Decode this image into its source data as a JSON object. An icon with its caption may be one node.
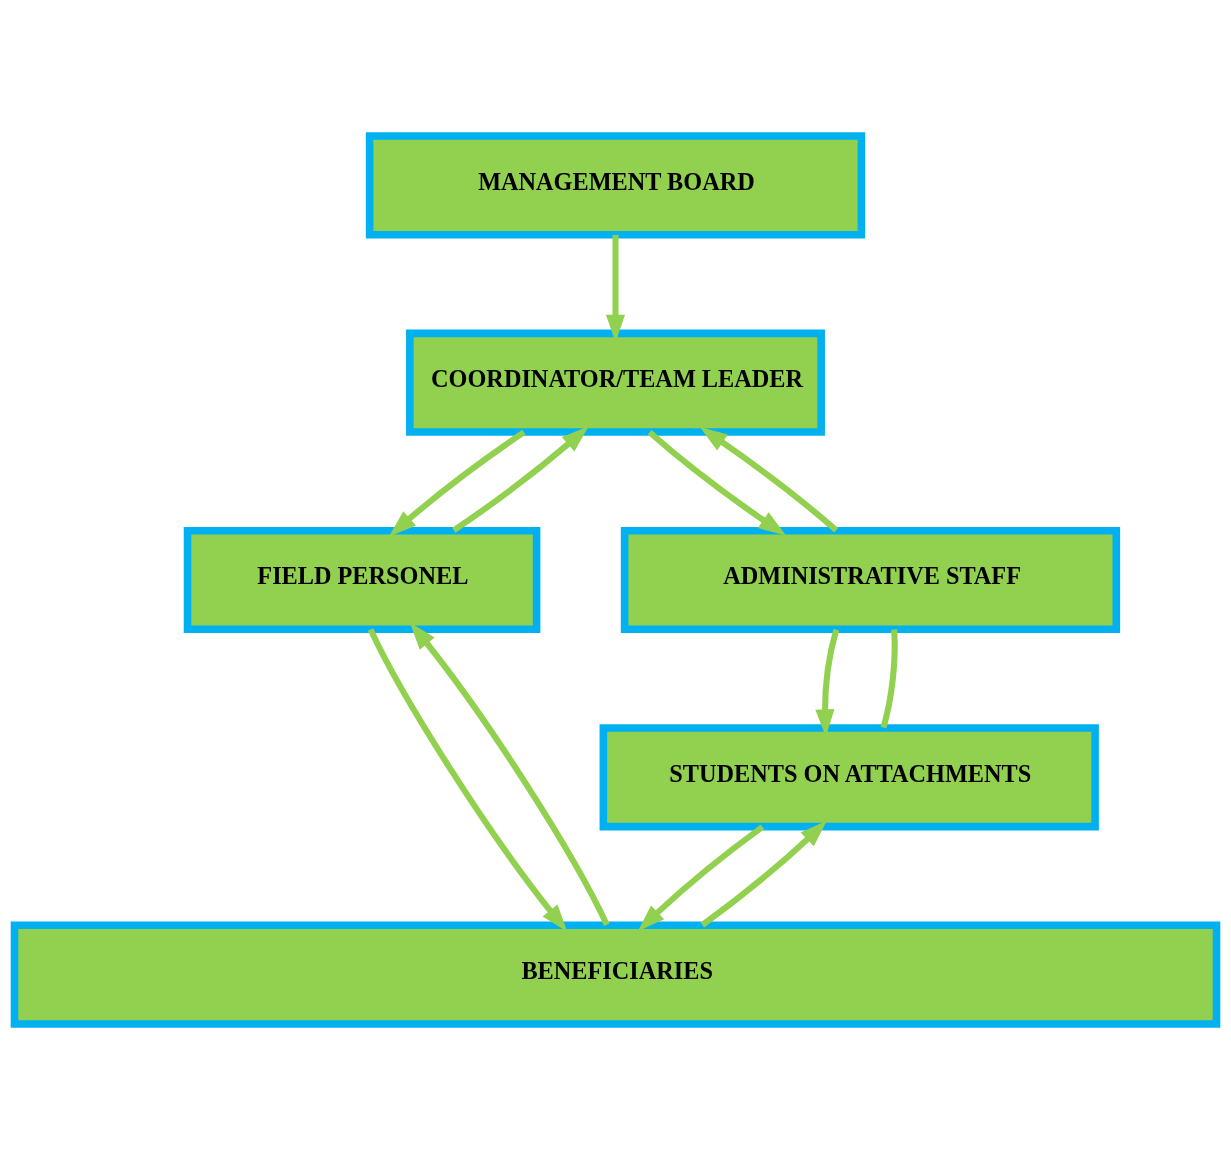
{
  "diagram": {
    "nodes": [
      {
        "text": [
          "MANAGEMENT BOARD"
        ]
      },
      {
        "text": [
          "COORDINATOR/TEAM LEADER"
        ]
      },
      {
        "text": [
          "FIELD PERSONEL"
        ]
      },
      {
        "text": [
          "ADMINISTRATIVE STAFF"
        ]
      },
      {
        "text": [
          "STUDENTS ON ATTACHMENTS"
        ]
      },
      {
        "text": [
          "BENEFICIARIES"
        ]
      }
    ],
    "edges": [
      {
        "from": 0,
        "to": 1,
        "arrow": "to"
      },
      {
        "from": 1,
        "to": 2,
        "arrow": "to"
      },
      {
        "from": 1,
        "to": 3,
        "arrow": "to"
      },
      {
        "from": 2,
        "to": 1,
        "arrow": "to"
      },
      {
        "from": 3,
        "to": 1,
        "arrow": "to"
      },
      {
        "from": 3,
        "to": 4,
        "arrow": "to"
      },
      {
        "from": 4,
        "to": 3,
        "arrow": "none"
      },
      {
        "from": 2,
        "to": 5,
        "arrow": "to"
      },
      {
        "from": 5,
        "to": 2,
        "arrow": "to"
      },
      {
        "from": 4,
        "to": 5,
        "arrow": "to"
      },
      {
        "from": 5,
        "to": 4,
        "arrow": "to"
      }
    ]
  }
}
